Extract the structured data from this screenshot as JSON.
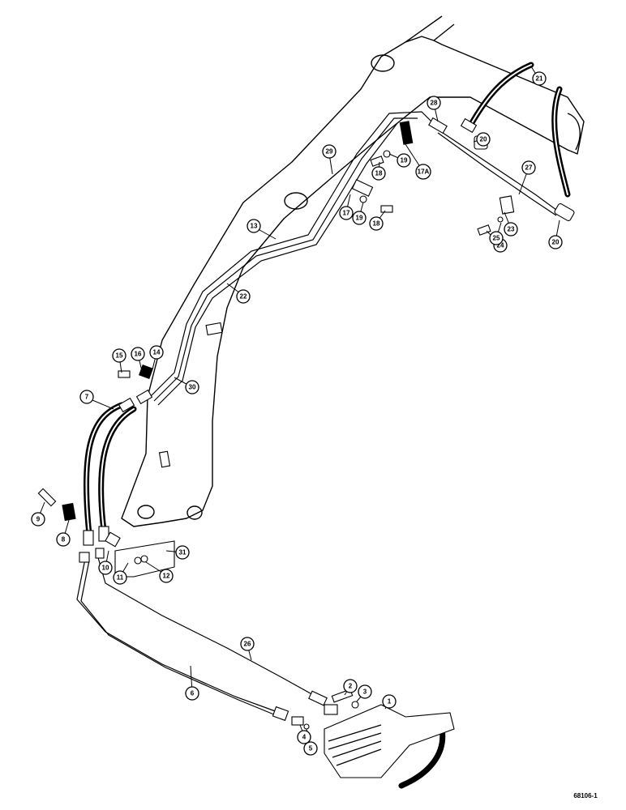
{
  "reference_code": "68106-1",
  "callouts": [
    {
      "id": "c1",
      "label": "1"
    },
    {
      "id": "c2",
      "label": "2"
    },
    {
      "id": "c3",
      "label": "3"
    },
    {
      "id": "c4",
      "label": "4"
    },
    {
      "id": "c5",
      "label": "5"
    },
    {
      "id": "c6",
      "label": "6"
    },
    {
      "id": "c7",
      "label": "7"
    },
    {
      "id": "c8",
      "label": "8"
    },
    {
      "id": "c9",
      "label": "9"
    },
    {
      "id": "c10",
      "label": "10"
    },
    {
      "id": "c11",
      "label": "11"
    },
    {
      "id": "c12",
      "label": "12"
    },
    {
      "id": "c13",
      "label": "13"
    },
    {
      "id": "c14",
      "label": "14"
    },
    {
      "id": "c15",
      "label": "15"
    },
    {
      "id": "c16",
      "label": "16"
    },
    {
      "id": "c17",
      "label": "17"
    },
    {
      "id": "c17a",
      "label": "17A"
    },
    {
      "id": "c18a",
      "label": "18"
    },
    {
      "id": "c18b",
      "label": "18"
    },
    {
      "id": "c19a",
      "label": "19"
    },
    {
      "id": "c19b",
      "label": "19"
    },
    {
      "id": "c20a",
      "label": "20"
    },
    {
      "id": "c20b",
      "label": "20"
    },
    {
      "id": "c21",
      "label": "21"
    },
    {
      "id": "c22",
      "label": "22"
    },
    {
      "id": "c23",
      "label": "23"
    },
    {
      "id": "c24",
      "label": "24"
    },
    {
      "id": "c25",
      "label": "25"
    },
    {
      "id": "c26",
      "label": "26"
    },
    {
      "id": "c27",
      "label": "27"
    },
    {
      "id": "c28",
      "label": "28"
    },
    {
      "id": "c29",
      "label": "29"
    },
    {
      "id": "c30",
      "label": "30"
    },
    {
      "id": "c31",
      "label": "31"
    }
  ]
}
